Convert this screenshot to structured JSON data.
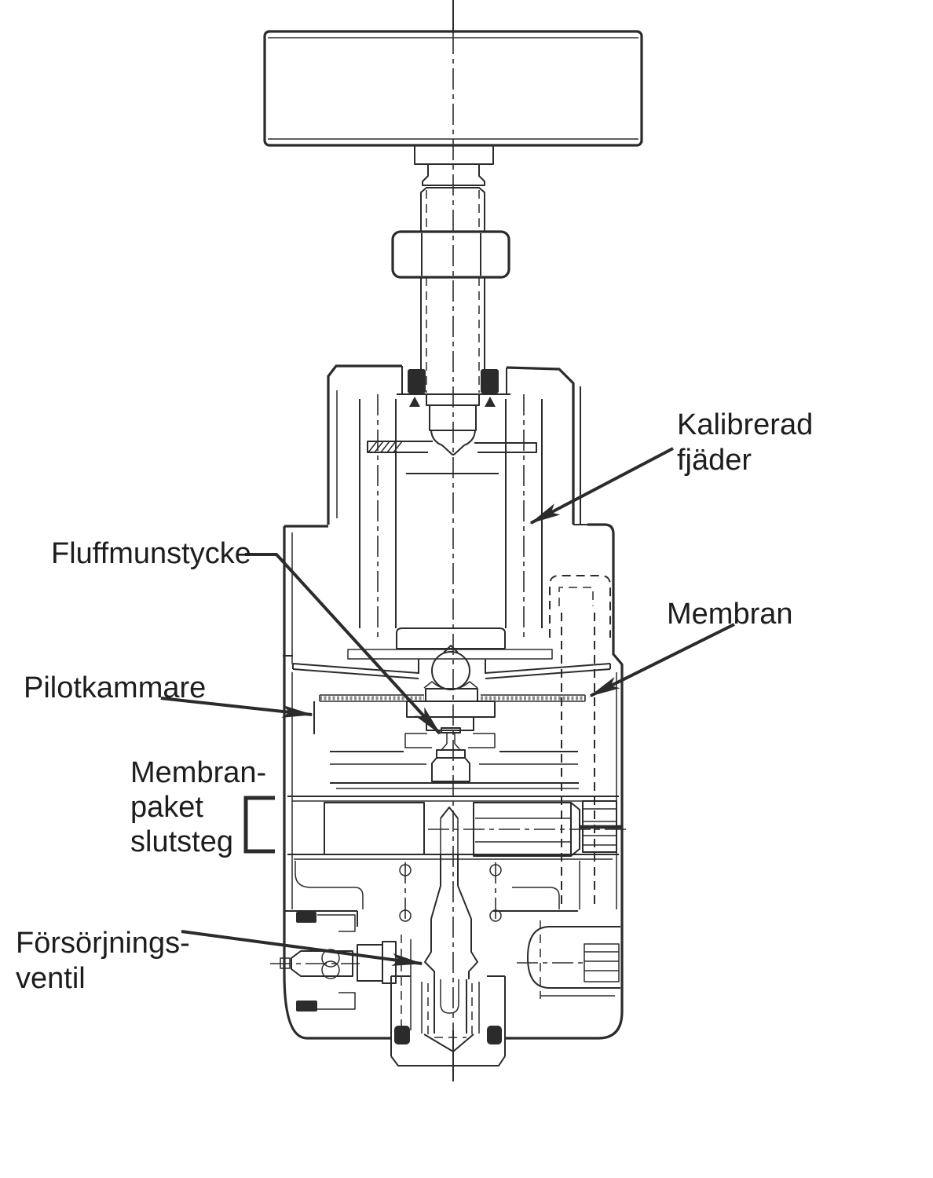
{
  "diagram": {
    "background_color": "#ffffff",
    "ink_color": "#2b2b2b",
    "membrane_stipple_color": "#8a8a8a",
    "labels": {
      "kalibrerad_fjader": {
        "line1": "Kalibrerad",
        "line2": "fjäder"
      },
      "fluffmunstycke": {
        "text": "Fluffmunstycke"
      },
      "membran": {
        "text": "Membran"
      },
      "pilotkammare": {
        "text": "Pilotkammare"
      },
      "membranpaket": {
        "line1": "Membran-",
        "line2": "paket",
        "line3": "slutsteg"
      },
      "forsorjningsventil": {
        "line1": "Försörjnings-",
        "line2": "ventil"
      }
    }
  }
}
